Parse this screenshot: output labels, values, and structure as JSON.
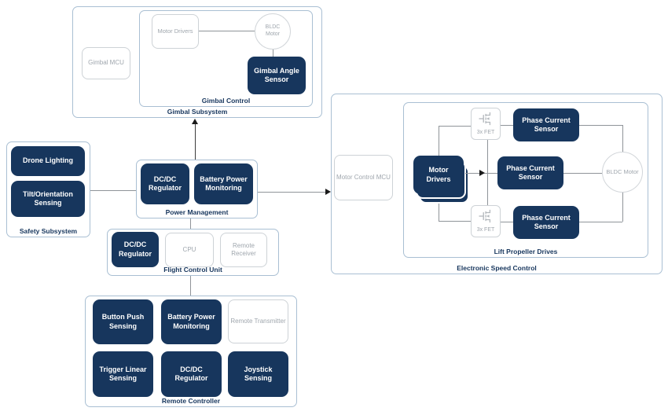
{
  "colors": {
    "navy": "#17365D",
    "container_border": "#A9BFD3",
    "gray_border": "#CDD2D6",
    "gray_text": "#9FA6AD",
    "connector_line": "#8F9499"
  },
  "diagram": {
    "gimbal_subsystem": {
      "label": "Gimbal Subsystem",
      "gimbal_mcu": "Gimbal MCU",
      "gimbal_control": {
        "label": "Gimbal Control",
        "motor_drivers": "Motor Drivers",
        "bldc_motor": "BLDC Motor",
        "gimbal_angle_sensor": "Gimbal Angle Sensor"
      }
    },
    "safety_subsystem": {
      "label": "Safety Subsystem",
      "drone_lighting": "Drone Lighting",
      "tilt_orientation_sensing": "Tilt/Orientation Sensing"
    },
    "power_management": {
      "label": "Power Management",
      "dcdc_regulator": "DC/DC Regulator",
      "battery_power_monitoring": "Battery Power Monitoring"
    },
    "flight_control_unit": {
      "label": "Flight Control Unit",
      "dcdc_regulator": "DC/DC Regulator",
      "cpu": "CPU",
      "remote_receiver": "Remote Receiver"
    },
    "remote_controller": {
      "label": "Remote Controller",
      "button_push_sensing": "Button Push Sensing",
      "battery_power_monitoring": "Battery Power Monitoring",
      "remote_transmitter": "Remote Transmitter",
      "trigger_linear_sensing": "Trigger Linear Sensing",
      "dcdc_regulator": "DC/DC Regulator",
      "joystick_sensing": "Joystick Sensing"
    },
    "electronic_speed_control": {
      "label": "Electronic Speed Control",
      "motor_control_mcu": "Motor Control MCU",
      "lift_propeller_drives": {
        "label": "Lift Propeller Drives",
        "fet_top": "3x FET",
        "fet_bottom": "3x FET",
        "motor_drivers": "Motor Drivers",
        "phase_current_sensor_top": "Phase Current Sensor",
        "phase_current_sensor_middle": "Phase Current Sensor",
        "phase_current_sensor_bottom": "Phase Current Sensor",
        "bldc_motor": "BLDC Motor"
      }
    }
  }
}
